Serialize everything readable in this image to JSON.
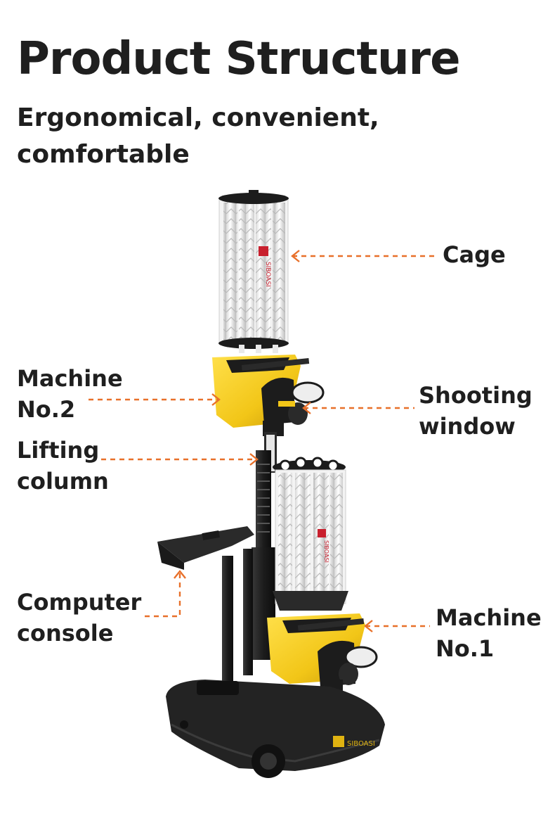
{
  "header": {
    "title": "Product Structure",
    "subtitle": "Ergonomical, convenient, comfortable"
  },
  "labels": {
    "cage": "Cage",
    "machine2_line1": "Machine",
    "machine2_line2": "No.2",
    "shooting_line1": "Shooting",
    "shooting_line2": "window",
    "lifting_line1": "Lifting",
    "lifting_line2": "column",
    "computer_line1": "Computer",
    "computer_line2": "console",
    "machine1_line1": "Machine",
    "machine1_line2": "No.1"
  },
  "branding": {
    "logo_text": "SIBOASI"
  },
  "colors": {
    "accent": "#e8702a",
    "machine_yellow": "#f2c618",
    "frame_black": "#1c1c1c",
    "logo_red": "#c8202e"
  }
}
